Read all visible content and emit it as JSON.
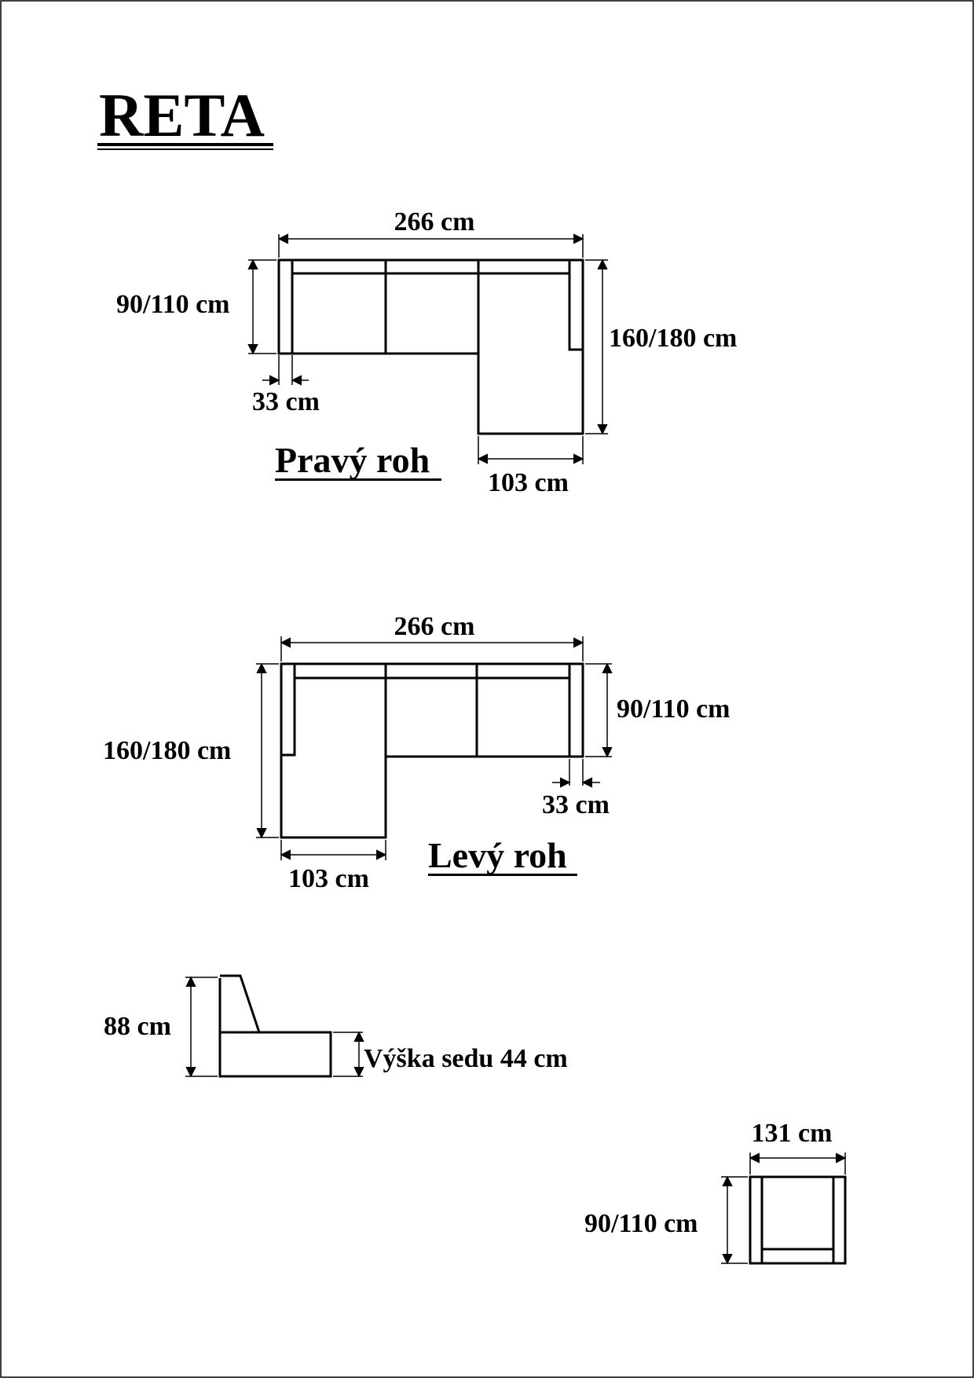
{
  "title": "RETA",
  "right_corner": {
    "caption": "Pravý roh",
    "width_label": "266 cm",
    "depth_label": "90/110 cm",
    "arm_label": "33 cm",
    "chaise_length_label": "160/180 cm",
    "chaise_width_label": "103 cm"
  },
  "left_corner": {
    "caption": "Levý roh",
    "width_label": "266 cm",
    "depth_label": "90/110 cm",
    "arm_label": "33 cm",
    "chaise_length_label": "160/180 cm",
    "chaise_width_label": "103 cm"
  },
  "side_profile": {
    "height_label": "88 cm",
    "seat_height_label": "Výška sedu 44 cm"
  },
  "armchair": {
    "width_label": "131 cm",
    "depth_label": "90/110 cm"
  },
  "colors": {
    "ink": "#000000",
    "background": "#ffffff"
  }
}
